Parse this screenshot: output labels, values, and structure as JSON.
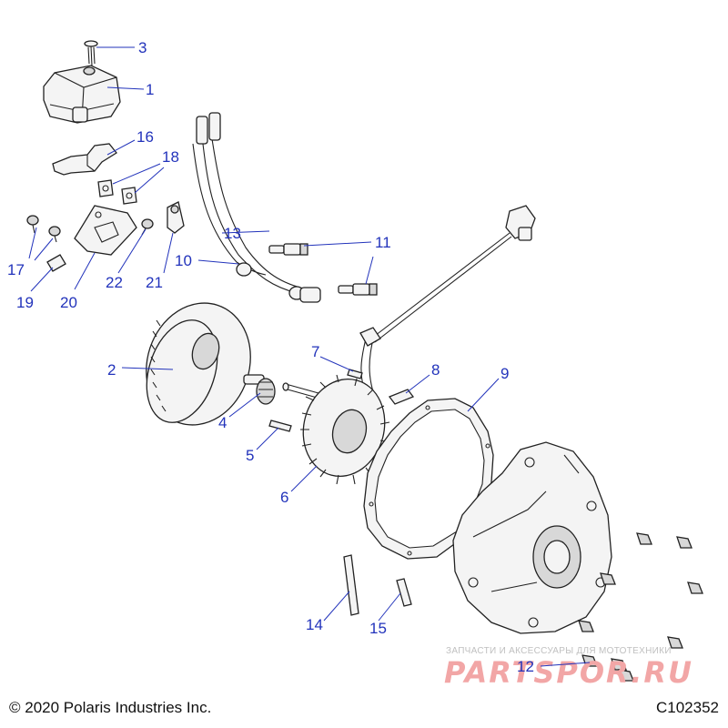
{
  "callouts": [
    "1",
    "2",
    "3",
    "4",
    "5",
    "6",
    "7",
    "8",
    "9",
    "10",
    "11",
    "12",
    "13",
    "14",
    "15",
    "16",
    "17",
    "18",
    "19",
    "20",
    "21",
    "22"
  ],
  "watermark": {
    "tagline": "ЗАПЧАСТИ И АКСЕССУАРЫ ДЛЯ МОТОТЕХНИКИ",
    "brand": "PARTSPOR.RU"
  },
  "footer": {
    "copyright": "© 2020 Polaris Industries Inc.",
    "code": "C102352"
  }
}
